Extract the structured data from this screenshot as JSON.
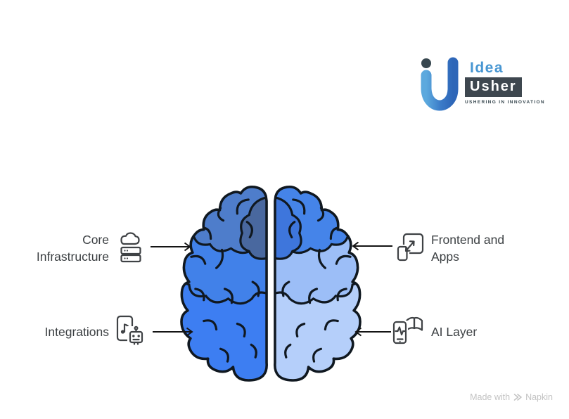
{
  "logo": {
    "brand_line1": "Idea",
    "brand_line2": "Usher",
    "tagline": "USHERING IN INNOVATION",
    "colors": {
      "idea_text": "#4796D2",
      "usher_bg": "#3E474F",
      "mark_light": "#5CA9DE",
      "mark_dark": "#2E66B8",
      "dot": "#37474F"
    }
  },
  "diagram": {
    "brain": {
      "colors": {
        "left_bottom": "#3D7EF2",
        "left_middle": "#4181E9",
        "left_top": "#4E7DCB",
        "left_inner": "#49689F",
        "right_bottom": "#B5CFFA",
        "right_middle": "#9CBEF7",
        "right_top": "#4584E9",
        "right_inner": "#3E76DC"
      }
    },
    "labels": [
      {
        "id": "core-infrastructure",
        "lines": [
          "Core",
          "Infrastructure"
        ],
        "icon": "cloud-server-icon"
      },
      {
        "id": "integrations",
        "lines": [
          "Integrations"
        ],
        "icon": "music-app-robot-icon"
      },
      {
        "id": "frontend-and-apps",
        "lines": [
          "Frontend and",
          "Apps"
        ],
        "icon": "responsive-devices-icon"
      },
      {
        "id": "ai-layer",
        "lines": [
          "AI Layer"
        ],
        "icon": "phone-pulse-book-icon"
      }
    ]
  },
  "footer": {
    "made_with": "Made with",
    "brand": "Napkin"
  }
}
